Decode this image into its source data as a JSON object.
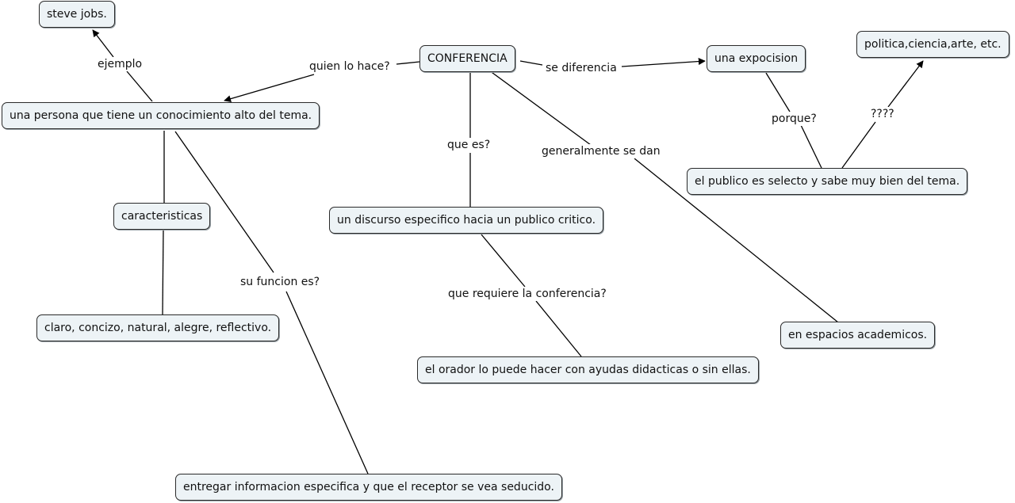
{
  "nodes": {
    "conferencia": "CONFERENCIA",
    "steve": "steve jobs.",
    "persona": "una persona que tiene un conocimiento alto del tema.",
    "caracteristicas": "caracteristicas",
    "claro": "claro, concizo, natural, alegre, reflectivo.",
    "entregar": "entregar informacion especifica y que el receptor se vea seducido.",
    "discurso": "un discurso especifico hacia un publico critico.",
    "orador": "el orador lo puede hacer con ayudas didacticas o sin ellas.",
    "expocision": "una expocision",
    "politica": "politica,ciencia,arte, etc.",
    "publico": "el publico es selecto y sabe muy bien del tema.",
    "espacios": "en espacios academicos."
  },
  "links": {
    "ejemplo": "ejemplo",
    "quien": "quien lo hace?",
    "diferencia": "se diferencia",
    "quees": "que es?",
    "generalmente": "generalmente se dan",
    "porque": "porque?",
    "interrogantes": "????",
    "funcion": "su funcion es?",
    "requiere": "que requiere la conferencia?"
  }
}
